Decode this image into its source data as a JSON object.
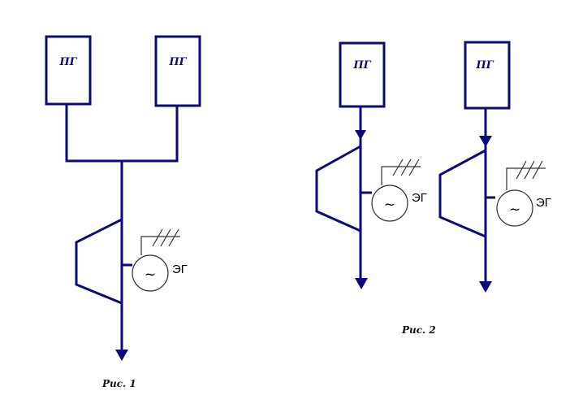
{
  "colors": {
    "line": "#0a0a7a",
    "generator_outline": "#333333",
    "text": "#000000"
  },
  "fig1": {
    "box_left_label": "ПГ",
    "box_right_label": "ПГ",
    "generator_symbol": "~",
    "generator_label": "ЭГ",
    "caption": "Рис. 1"
  },
  "fig2": {
    "box_left_label": "ПГ",
    "box_right_label": "ПГ",
    "generator_left_symbol": "~",
    "generator_left_label": "ЭГ",
    "generator_right_symbol": "~",
    "generator_right_label": "ЭГ",
    "caption": "Рис. 2"
  }
}
